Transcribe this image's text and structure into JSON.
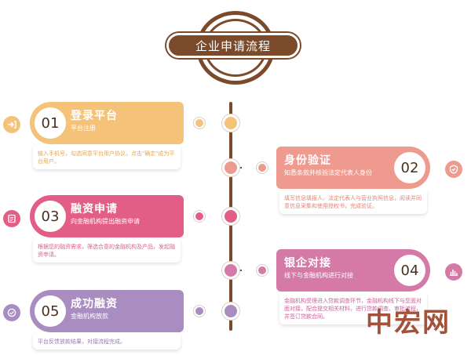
{
  "header": {
    "title": "企业申请流程"
  },
  "colors": {
    "brown": "#7a4a2b",
    "step1": "#f4c278",
    "step2": "#ee9a8f",
    "step3": "#e35e86",
    "step4": "#d57aa6",
    "step5": "#a98cc0"
  },
  "steps": [
    {
      "num": "01",
      "title": "登录平台",
      "subtitle": "平台注册",
      "desc": "输入手机号，勾选同意平台用户协议，点击\"确定\"成为平台用户。",
      "icon": "login-arrow-icon"
    },
    {
      "num": "02",
      "title": "身份验证",
      "subtitle": "知悉条款并核验法定代表人身份",
      "desc": "填写信息填报人、法定代表人与营业执照信息，阅读并同意信息采集和使用授权书，完成验证。",
      "icon": "shield-check-icon"
    },
    {
      "num": "03",
      "title": "融资申请",
      "subtitle": "向金融机构提出融资申请",
      "desc": "根据您的融资需求，筛选合意的金融机构及产品，发起融资申请。",
      "icon": "document-list-icon"
    },
    {
      "num": "04",
      "title": "银企对接",
      "subtitle": "线下与金融机构进行对接",
      "desc": "金融机构受理进入贷款调查环节，金融机构线下与您面对面对接，配合提交相关材料，进行贷款调查、审批流程，并签订贷款合同。",
      "icon": "bar-chart-icon"
    },
    {
      "num": "05",
      "title": "成功融资",
      "subtitle": "金融机构放款",
      "desc": "平台反馈放款结果，对接流程完成。",
      "icon": "check-circle-icon"
    }
  ],
  "watermark": "中宏网"
}
